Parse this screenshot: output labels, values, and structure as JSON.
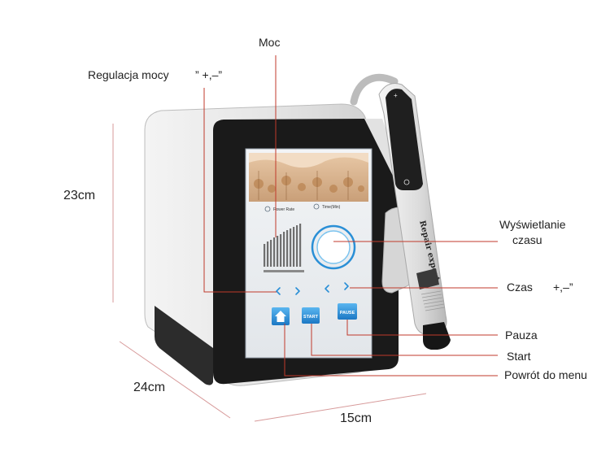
{
  "labels": {
    "power": "Moc",
    "power_adjust": "Regulacja mocy",
    "power_adjust_keys": "” +,–”",
    "time_display_line1": "Wyświetlanie",
    "time_display_line2": "czasu",
    "time": "Czas",
    "time_keys": "+,–”",
    "pause": "Pauza",
    "start": "Start",
    "back_to_menu": "Powrót do menu"
  },
  "dimensions": {
    "height": "23cm",
    "depth": "24cm",
    "width": "15cm"
  },
  "screen": {
    "power_rate": "Power Rate",
    "time_min": "Time(Min)",
    "start_button": "START",
    "pause_button": "PAUSE"
  },
  "handpiece": {
    "brand": "Repair expert"
  },
  "colors": {
    "leader_line": "#c0392b",
    "accent_blue": "#2a8fd6"
  }
}
